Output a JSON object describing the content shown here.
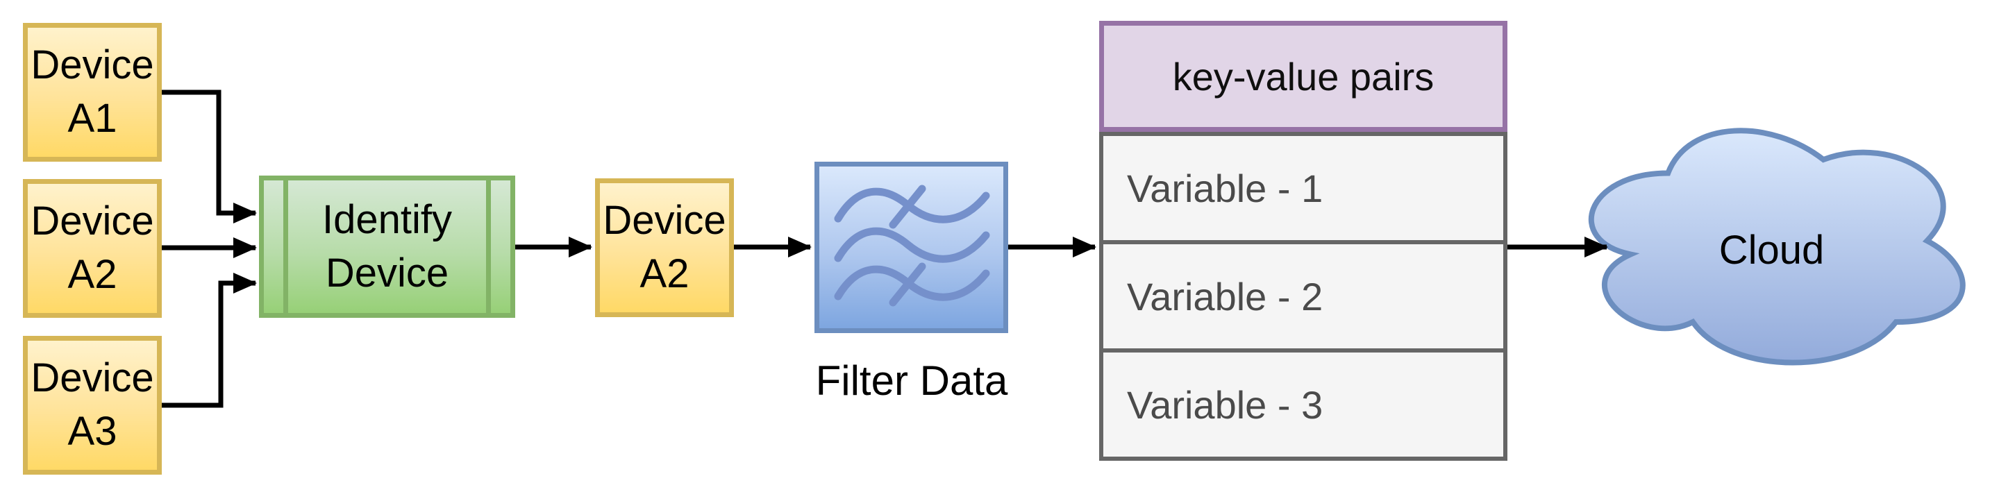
{
  "nodes": {
    "device_a1": {
      "line1": "Device",
      "line2": "A1"
    },
    "device_a2_left": {
      "line1": "Device",
      "line2": "A2"
    },
    "device_a3": {
      "line1": "Device",
      "line2": "A3"
    },
    "identify_device": {
      "line1": "Identify",
      "line2": "Device"
    },
    "device_a2_mid": {
      "line1": "Device",
      "line2": "A2"
    },
    "filter": {
      "caption": "Filter Data"
    },
    "cloud": {
      "label": "Cloud"
    }
  },
  "table": {
    "header": "key-value pairs",
    "rows": [
      "Variable - 1",
      "Variable - 2",
      "Variable - 3"
    ]
  },
  "colors": {
    "device_fill_top": "#FFF2CC",
    "device_fill_bottom": "#FFD966",
    "device_border": "#D6B656",
    "process_fill_top": "#D5E8D4",
    "process_fill_bottom": "#97D077",
    "process_border": "#82B366",
    "filter_fill_top": "#DAE8FC",
    "filter_fill_bottom": "#7EA6E0",
    "filter_border": "#6C8EBF",
    "filter_wave_stroke": "#7590CB",
    "table_header_fill": "#E1D5E7",
    "table_header_border": "#9673A6",
    "table_row_fill": "#F5F5F5",
    "table_row_border": "#666666",
    "table_row_text": "#4A4A4A",
    "cloud_fill_top": "#DAE8FC",
    "cloud_fill_bottom": "#93ABDB",
    "cloud_border": "#6C8EBF",
    "arrow_color": "#000000",
    "background": "#FFFFFF"
  }
}
